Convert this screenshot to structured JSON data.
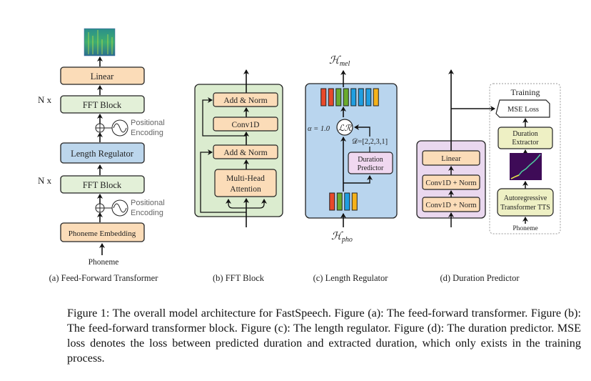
{
  "figure": {
    "panel_a": {
      "caption": "(a) Feed-Forward Transformer",
      "blocks": {
        "linear": "Linear",
        "fft_top": "FFT Block",
        "length_regulator": "Length Regulator",
        "fft_bottom": "FFT Block",
        "phoneme_embedding": "Phoneme Embedding"
      },
      "repeat_top": "N x",
      "repeat_bottom": "N x",
      "pos_enc_line1": "Positional",
      "pos_enc_line2": "Encoding",
      "input_label": "Phoneme",
      "output_icon": "mel-spectrogram-image"
    },
    "panel_b": {
      "caption": "(b) FFT Block",
      "blocks": {
        "add_norm_top": "Add & Norm",
        "conv1d": "Conv1D",
        "add_norm_bottom": "Add & Norm",
        "mha_line1": "Multi-Head",
        "mha_line2": "Attention"
      }
    },
    "panel_c": {
      "caption": "(c) Length Regulator",
      "output_label": "ℋ",
      "output_sub": "mel",
      "input_label": "ℋ",
      "input_sub": "pho",
      "alpha_label": "α = 1.0",
      "lr_symbol": "ℒℛ",
      "duration_label": "𝒟=[2,2,3,1]",
      "duration_values": [
        2,
        2,
        3,
        1
      ],
      "alpha_value": 1.0,
      "dp_line1": "Duration",
      "dp_line2": "Predictor",
      "input_colors": [
        "#e8492a",
        "#6aab2e",
        "#1f9ee0",
        "#f5b21a"
      ],
      "output_colors": [
        "#e8492a",
        "#e8492a",
        "#6aab2e",
        "#6aab2e",
        "#1f9ee0",
        "#1f9ee0",
        "#1f9ee0",
        "#f5b21a"
      ]
    },
    "panel_d": {
      "caption": "(d) Duration Predictor",
      "blocks": {
        "linear": "Linear",
        "conv_top": "Conv1D + Norm",
        "conv_bottom": "Conv1D + Norm"
      },
      "training": {
        "title": "Training",
        "mse_loss": "MSE Loss",
        "extractor_line1": "Duration",
        "extractor_line2": "Extractor",
        "ar_line1": "Autoregressive",
        "ar_line2": "Transformer TTS",
        "input_label": "Phoneme"
      }
    },
    "colors": {
      "orange_block": "#fbdcb8",
      "green_block": "#e3f0d8",
      "blue_block": "#bcd6ec",
      "purple_block": "#f0d8f0",
      "yellow_block": "#eef0c4",
      "lr_panel": "#b9d5ee",
      "dp_panel": "#ead8ef",
      "fft_panel": "#dbeccf"
    },
    "caption": "Figure 1: The overall model architecture for FastSpeech. Figure (a): The feed-forward transformer. Figure (b): The feed-forward transformer block. Figure (c): The length regulator. Figure (d): The duration predictor. MSE loss denotes the loss between predicted duration and extracted duration, which only exists in the training process."
  }
}
